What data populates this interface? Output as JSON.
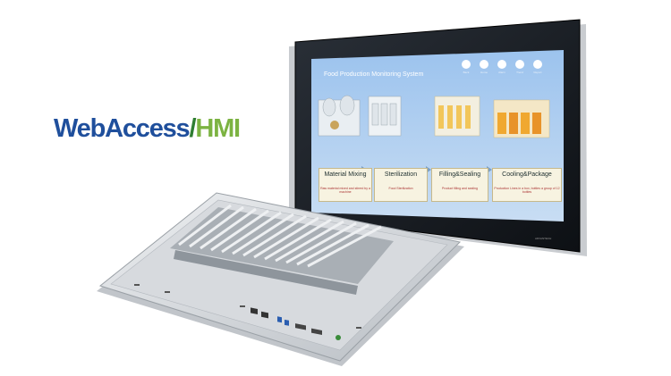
{
  "logo": {
    "webaccess": "WebAccess",
    "slash": "/",
    "hmi": "HMI"
  },
  "screen": {
    "title": "Food Production Monitoring System",
    "nav": [
      {
        "icon": "back-icon",
        "label": "Back"
      },
      {
        "icon": "home-icon",
        "label": "Home"
      },
      {
        "icon": "alarm-icon",
        "label": "Alarm"
      },
      {
        "icon": "trend-icon",
        "label": "Trend"
      },
      {
        "icon": "report-icon",
        "label": "Report"
      }
    ],
    "stages": [
      {
        "name": "Material Mixing",
        "desc": "Raw material mixed and stirred by a machine"
      },
      {
        "name": "Sterilization",
        "desc": "Food Sterilization"
      },
      {
        "name": "Filling&Sealing",
        "desc": "Product filling and sealing"
      },
      {
        "name": "Cooling&Package",
        "desc": "Production Lines in a box, bottles a group of 12 bottles"
      }
    ]
  },
  "colors": {
    "brand_blue": "#1f4f9c",
    "brand_green": "#7cb342",
    "bezel": "#161c22",
    "screen_bg": "#a6c8ef"
  }
}
